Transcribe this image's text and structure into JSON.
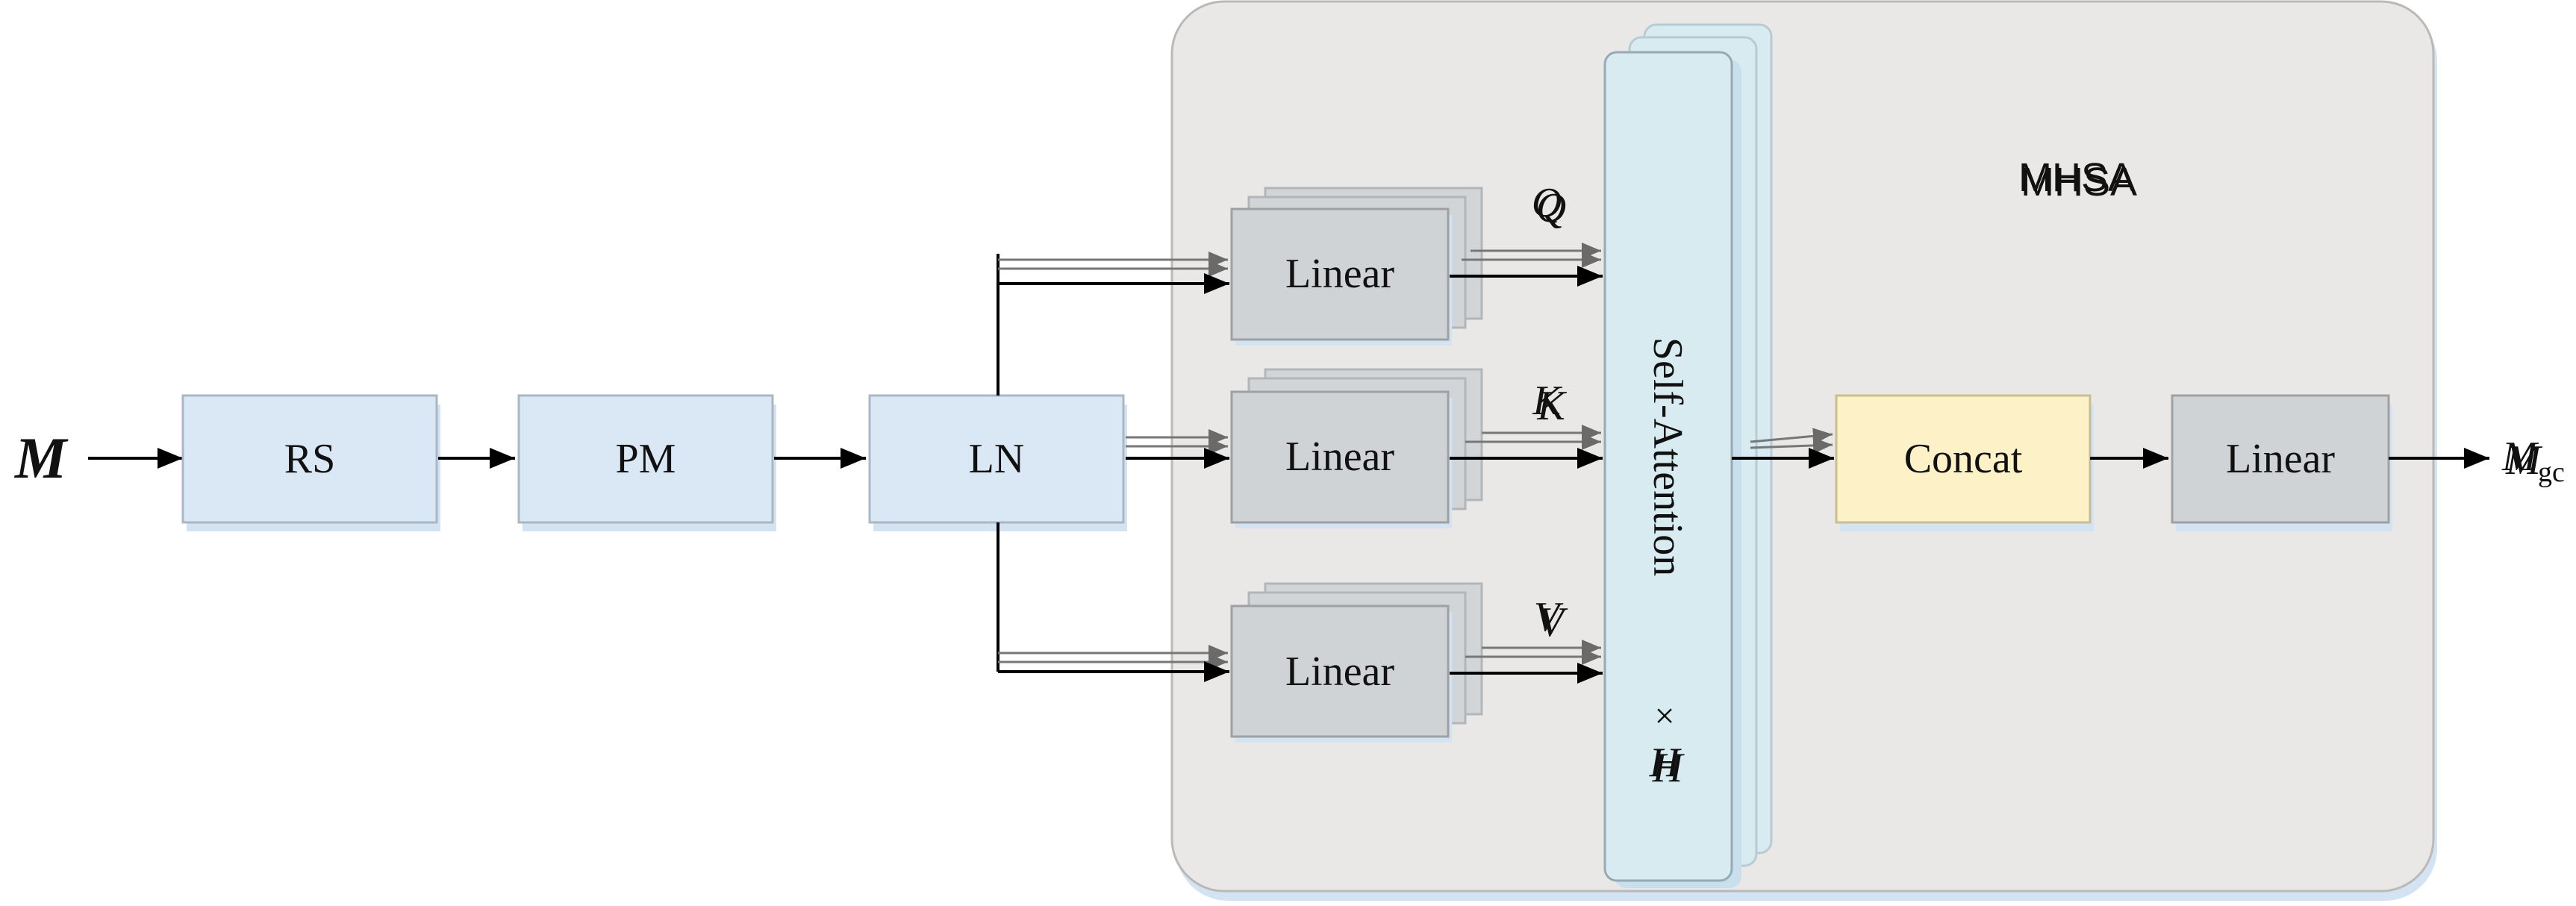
{
  "input_label": "M",
  "output_label": {
    "base": "M",
    "subscript": "gc"
  },
  "stages": [
    {
      "id": "rs",
      "label": "RS"
    },
    {
      "id": "pm",
      "label": "PM"
    },
    {
      "id": "ln",
      "label": "LN"
    }
  ],
  "mhsa": {
    "title": "MHSA",
    "projections": [
      {
        "label": "Linear",
        "output": "Q"
      },
      {
        "label": "Linear",
        "output": "K"
      },
      {
        "label": "Linear",
        "output": "V"
      }
    ],
    "attention": {
      "label": "Self-Attention",
      "times": "×",
      "heads": "H"
    },
    "concat_label": "Concat",
    "out_linear_label": "Linear"
  },
  "colors": {
    "stage_fill": "#dae8f6",
    "linear_fill": "#d0d3d6",
    "attention_fill": "#d7ebf1",
    "concat_fill": "#fdf1c8",
    "container_fill": "#e9e8e7",
    "container_shadow": "#d3e3f1",
    "arrow": "#000000"
  }
}
